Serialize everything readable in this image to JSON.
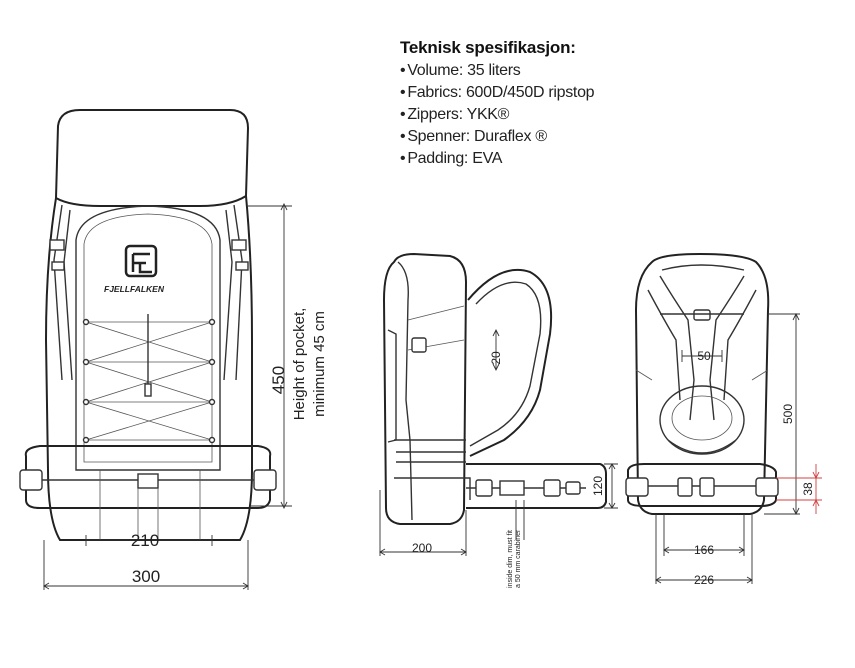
{
  "spec": {
    "title": "Teknisk spesifikasjon:",
    "items": [
      "Volume: 35 liters",
      "Fabrics: 600D/450D ripstop",
      "Zippers: YKK®",
      "Spenner: Duraflex ®",
      "Padding: EVA"
    ]
  },
  "logo": {
    "text": "FJELLFALKEN"
  },
  "front_view": {
    "dim_height": "450",
    "pocket_note_line1": "Height of pocket,",
    "pocket_note_line2": "minimum 45 cm",
    "dim_inner_width": "210",
    "dim_width": "300"
  },
  "side_view": {
    "dim_depth": "200",
    "dim_strap": "20",
    "dim_belt": "120",
    "inside_note_line1": "inside dim, must fit",
    "inside_note_line2": "a 50 mm carabiner"
  },
  "back_view": {
    "dim_chest": "50",
    "dim_height": "500",
    "dim_buckle": "38",
    "dim_belt_width": "166",
    "dim_width": "226"
  }
}
